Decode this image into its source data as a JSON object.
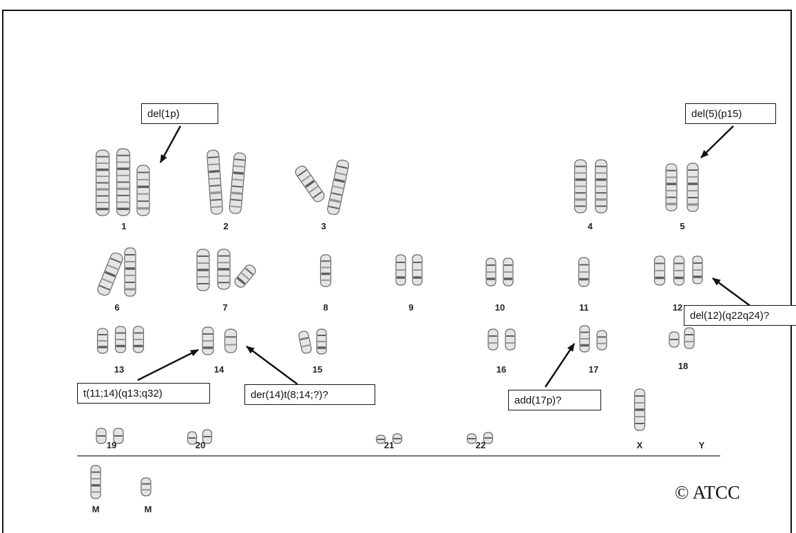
{
  "chromosome_labels": {
    "c1": "1",
    "c2": "2",
    "c3": "3",
    "c4": "4",
    "c5": "5",
    "c6": "6",
    "c7": "7",
    "c8": "8",
    "c9": "9",
    "c10": "10",
    "c11": "11",
    "c12": "12",
    "c13": "13",
    "c14": "14",
    "c15": "15",
    "c16": "16",
    "c17": "17",
    "c18": "18",
    "c19": "19",
    "c20": "20",
    "c21": "21",
    "c22": "22",
    "cX": "X",
    "cY": "Y",
    "m1": "M",
    "m2": "M"
  },
  "annotations": {
    "del1p": "del(1p)",
    "del5": "del(5)(p15)",
    "del12": "del(12)(q22q24)?",
    "t11_14": "t(11;14)(q13;q32)",
    "der14": "der(14)t(8;14;?)?",
    "add17p": "add(17p)?"
  },
  "copyright": "© ATCC",
  "colors": {
    "line": "#111111",
    "band": "#333333",
    "chromosome": "#e4e4e4",
    "divider": "#777777"
  }
}
